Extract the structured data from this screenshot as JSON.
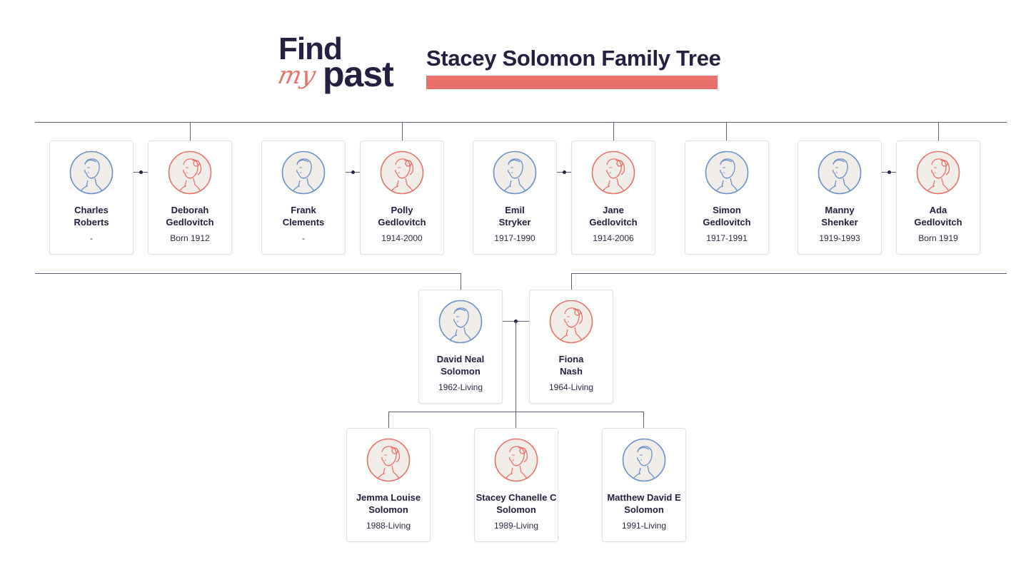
{
  "header": {
    "logo": {
      "line1": "Find",
      "script": "my",
      "line2": "past"
    },
    "title": "Stacey Solomon Family Tree",
    "accent_color": "#e8716c",
    "text_color": "#24203f"
  },
  "colors": {
    "male": "#6b8fc9",
    "female": "#e8716c",
    "avatar_bg": "#f1eeea"
  },
  "grandparents": [
    {
      "first": "Charles",
      "last": "Roberts",
      "dates": "-",
      "gender": "male"
    },
    {
      "first": "Deborah",
      "last": "Gedlovitch",
      "dates": "Born 1912",
      "gender": "female"
    },
    {
      "first": "Frank",
      "last": "Clements",
      "dates": "-",
      "gender": "male"
    },
    {
      "first": "Polly",
      "last": "Gedlovitch",
      "dates": "1914-2000",
      "gender": "female"
    },
    {
      "first": "Emil",
      "last": "Stryker",
      "dates": "1917-1990",
      "gender": "male"
    },
    {
      "first": "Jane",
      "last": "Gedlovitch",
      "dates": "1914-2006",
      "gender": "female"
    },
    {
      "first": "Simon",
      "last": "Gedlovitch",
      "dates": "1917-1991",
      "gender": "male"
    },
    {
      "first": "Manny",
      "last": "Shenker",
      "dates": "1919-1993",
      "gender": "male"
    },
    {
      "first": "Ada",
      "last": "Gedlovitch",
      "dates": "Born 1919",
      "gender": "female"
    }
  ],
  "parents": [
    {
      "first": "David Neal",
      "last": "Solomon",
      "dates": "1962-Living",
      "gender": "male"
    },
    {
      "first": "Fiona",
      "last": "Nash",
      "dates": "1964-Living",
      "gender": "female"
    }
  ],
  "children": [
    {
      "first": "Jemma Louise",
      "last": "Solomon",
      "dates": "1988-Living",
      "gender": "female"
    },
    {
      "first": "Stacey Chanelle C",
      "last": "Solomon",
      "dates": "1989-Living",
      "gender": "female"
    },
    {
      "first": "Matthew David E",
      "last": "Solomon",
      "dates": "1991-Living",
      "gender": "male"
    }
  ]
}
